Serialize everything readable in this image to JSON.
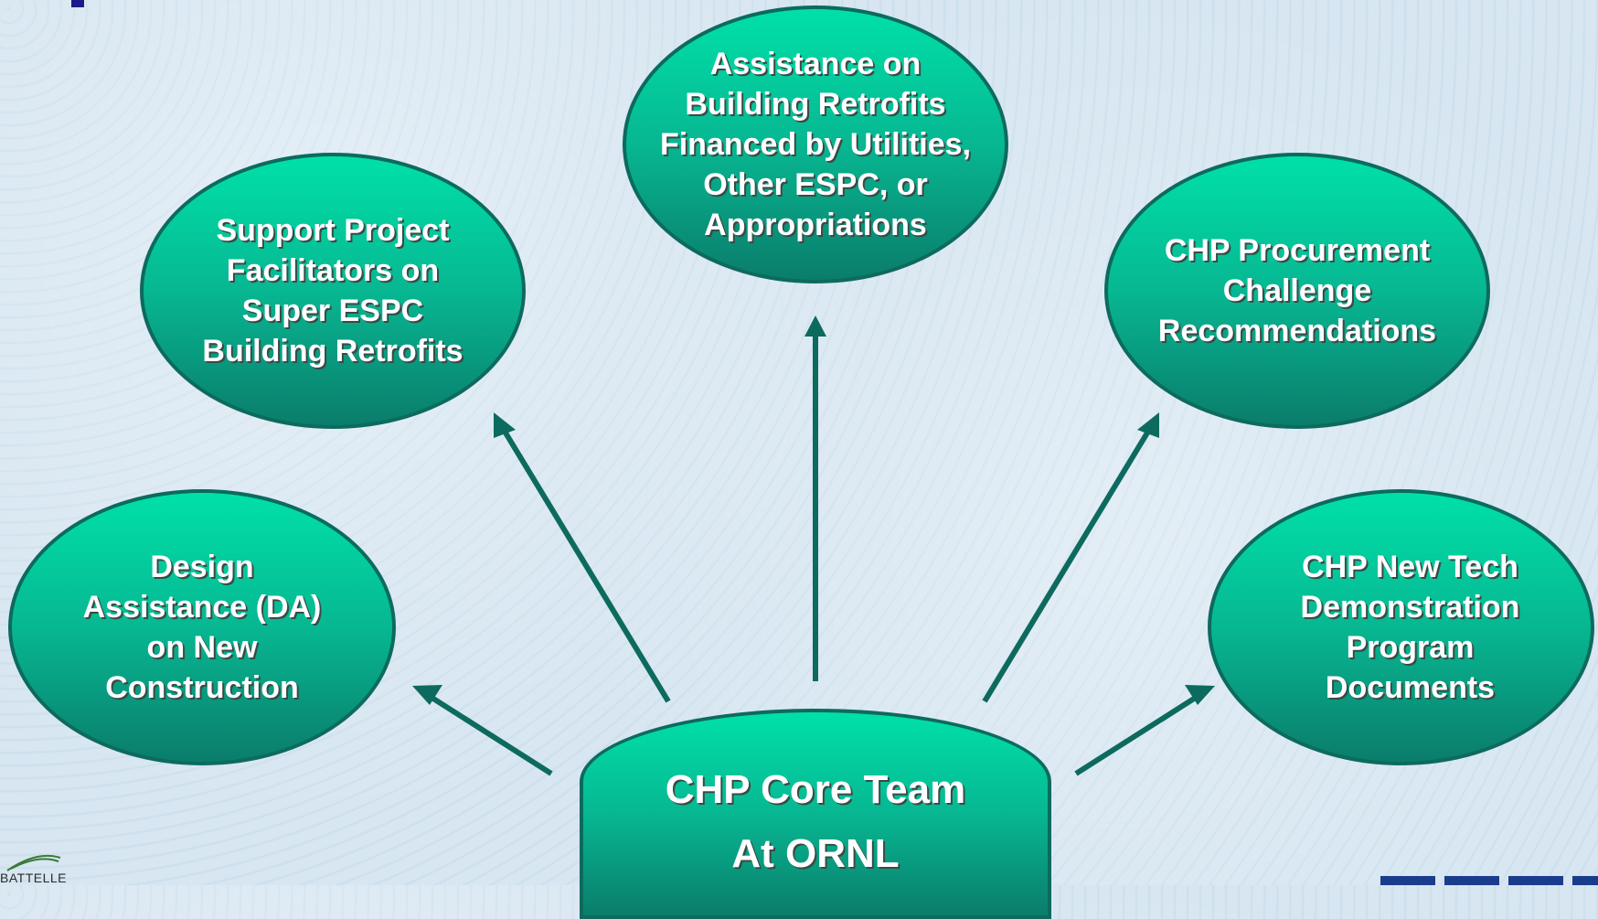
{
  "colors": {
    "node_fill_top": "#00e0a8",
    "node_fill_bottom": "#0a7d6b",
    "node_border": "#0d6a5e",
    "arrow": "#0d6a5e",
    "background": "#d7e6f1",
    "text": "#ffffff"
  },
  "core": {
    "label": "CHP Core Team\nAt ORNL"
  },
  "nodes": [
    {
      "label": "Design\nAssistance (DA)\non New\nConstruction"
    },
    {
      "label": "Support Project\nFacilitators on\nSuper ESPC\nBuilding Retrofits"
    },
    {
      "label": "Assistance on\nBuilding Retrofits\nFinanced by Utilities,\nOther ESPC, or\nAppropriations"
    },
    {
      "label": "CHP Procurement\nChallenge\nRecommendations"
    },
    {
      "label": "CHP New Tech\nDemonstration\nProgram\nDocuments"
    }
  ],
  "logos": {
    "left_text": "BATTELLE"
  }
}
